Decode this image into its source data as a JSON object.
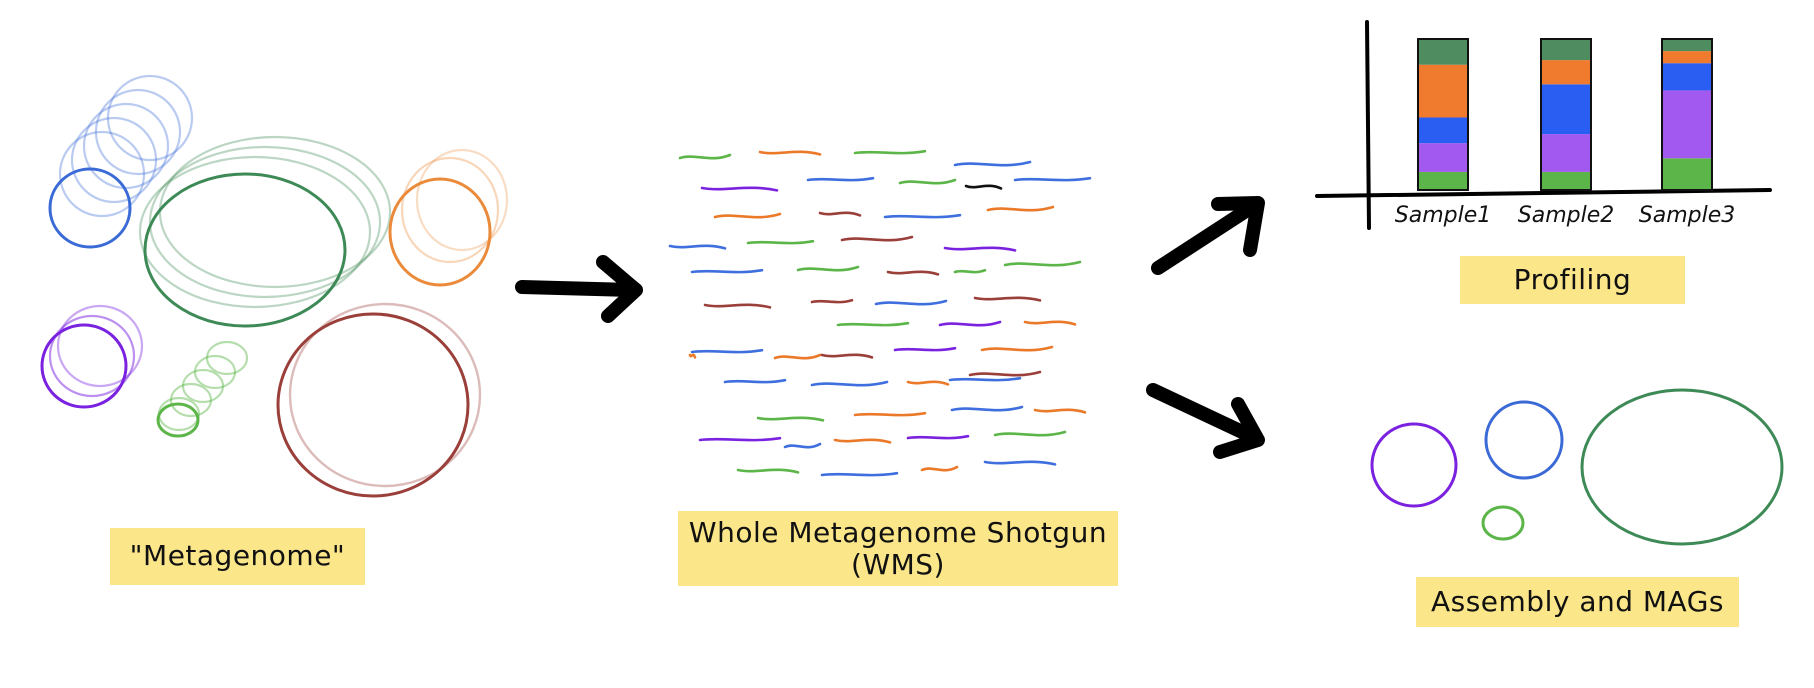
{
  "labels": {
    "metagenome": "\"Metagenome\"",
    "wms_line1": "Whole Metagenome Shotgun",
    "wms_line2": "(WMS)",
    "profiling": "Profiling",
    "assembly": "Assembly and MAGs"
  },
  "profiling_chart": {
    "type": "bar",
    "stacked": true,
    "categories": [
      "Sample1",
      "Sample2",
      "Sample3"
    ],
    "segment_colors": [
      "#5cb548",
      "#a259f0",
      "#2a5ef2",
      "#f07b2e",
      "#4f8c5f"
    ],
    "values": [
      [
        0.12,
        0.19,
        0.17,
        0.35,
        0.17
      ],
      [
        0.12,
        0.25,
        0.33,
        0.16,
        0.14
      ],
      [
        0.21,
        0.45,
        0.18,
        0.08,
        0.08
      ]
    ]
  },
  "colors": {
    "blue": "#3a6ad6",
    "green_dark": "#3e8a57",
    "orange": "#ea8a3a",
    "purple": "#7a22e0",
    "green_light": "#5cb548",
    "red": "#9a3f3a",
    "label_bg": "#fbe68a"
  }
}
